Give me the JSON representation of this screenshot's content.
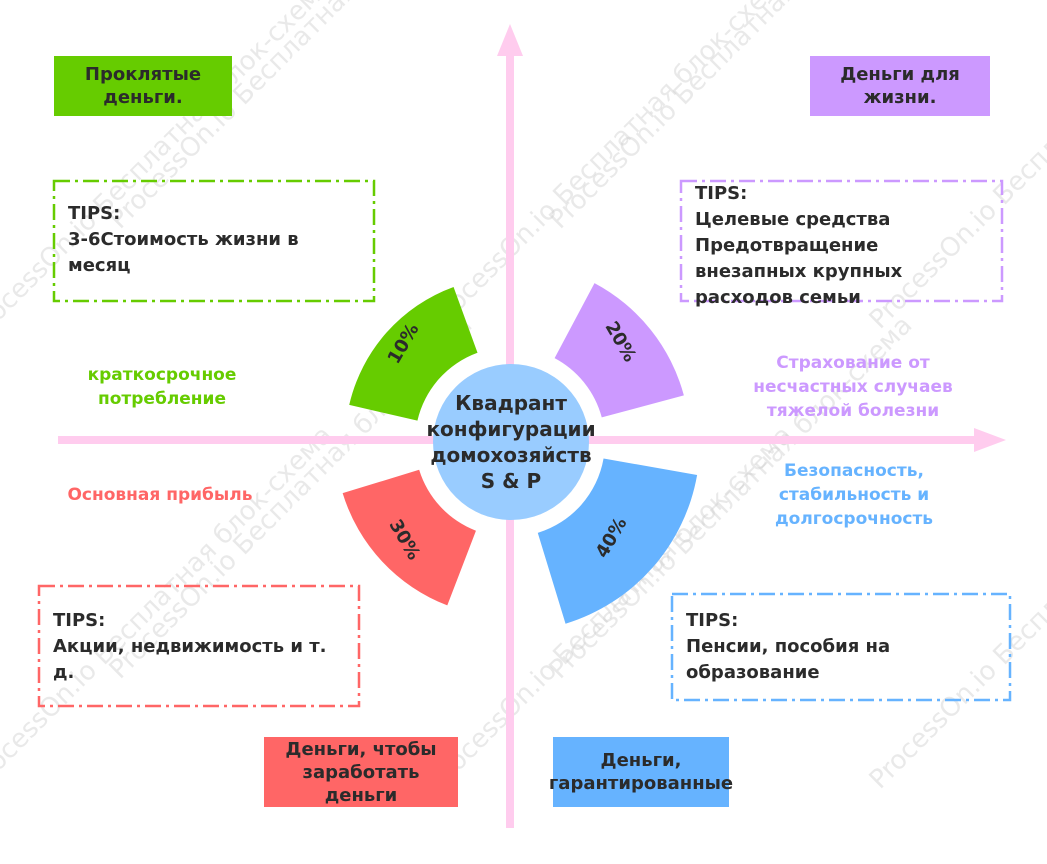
{
  "center": {
    "title": "Квадрант конфигурации домохозяйств S & P"
  },
  "quadrants": [
    {
      "id": "tl",
      "color": "#66cc00",
      "title": "Проклятые деньги.",
      "percent": "10%",
      "label": "краткосрочное потребление",
      "tips": [
        "TIPS:",
        "3-6Стоимость жизни в месяц"
      ]
    },
    {
      "id": "tr",
      "color": "#cc99ff",
      "title": "Деньги для жизни.",
      "percent": "20%",
      "label": "Страхование от несчастных случаев тяжелой болезни",
      "tips": [
        "TIPS:",
        "Целевые средства",
        "Предотвращение внезапных крупных расходов семьи"
      ]
    },
    {
      "id": "bl",
      "color": "#ff6666",
      "title": "Деньги, чтобы заработать деньги",
      "percent": "30%",
      "label": "Основная прибыль",
      "tips": [
        "TIPS:",
        "Акции, недвижимость и т. д."
      ]
    },
    {
      "id": "br",
      "color": "#66b3ff",
      "title": "Деньги, гарантированные",
      "percent": "40%",
      "label": "Безопасность, стабильность и долгосрочность",
      "tips": [
        "TIPS:",
        "Пенсии, пособия на образование"
      ]
    }
  ],
  "axis_color": "#ffccee",
  "center_color": "#99ccff",
  "watermarks": [
    "ProcessOn.io Бесплатная блок-схема"
  ]
}
